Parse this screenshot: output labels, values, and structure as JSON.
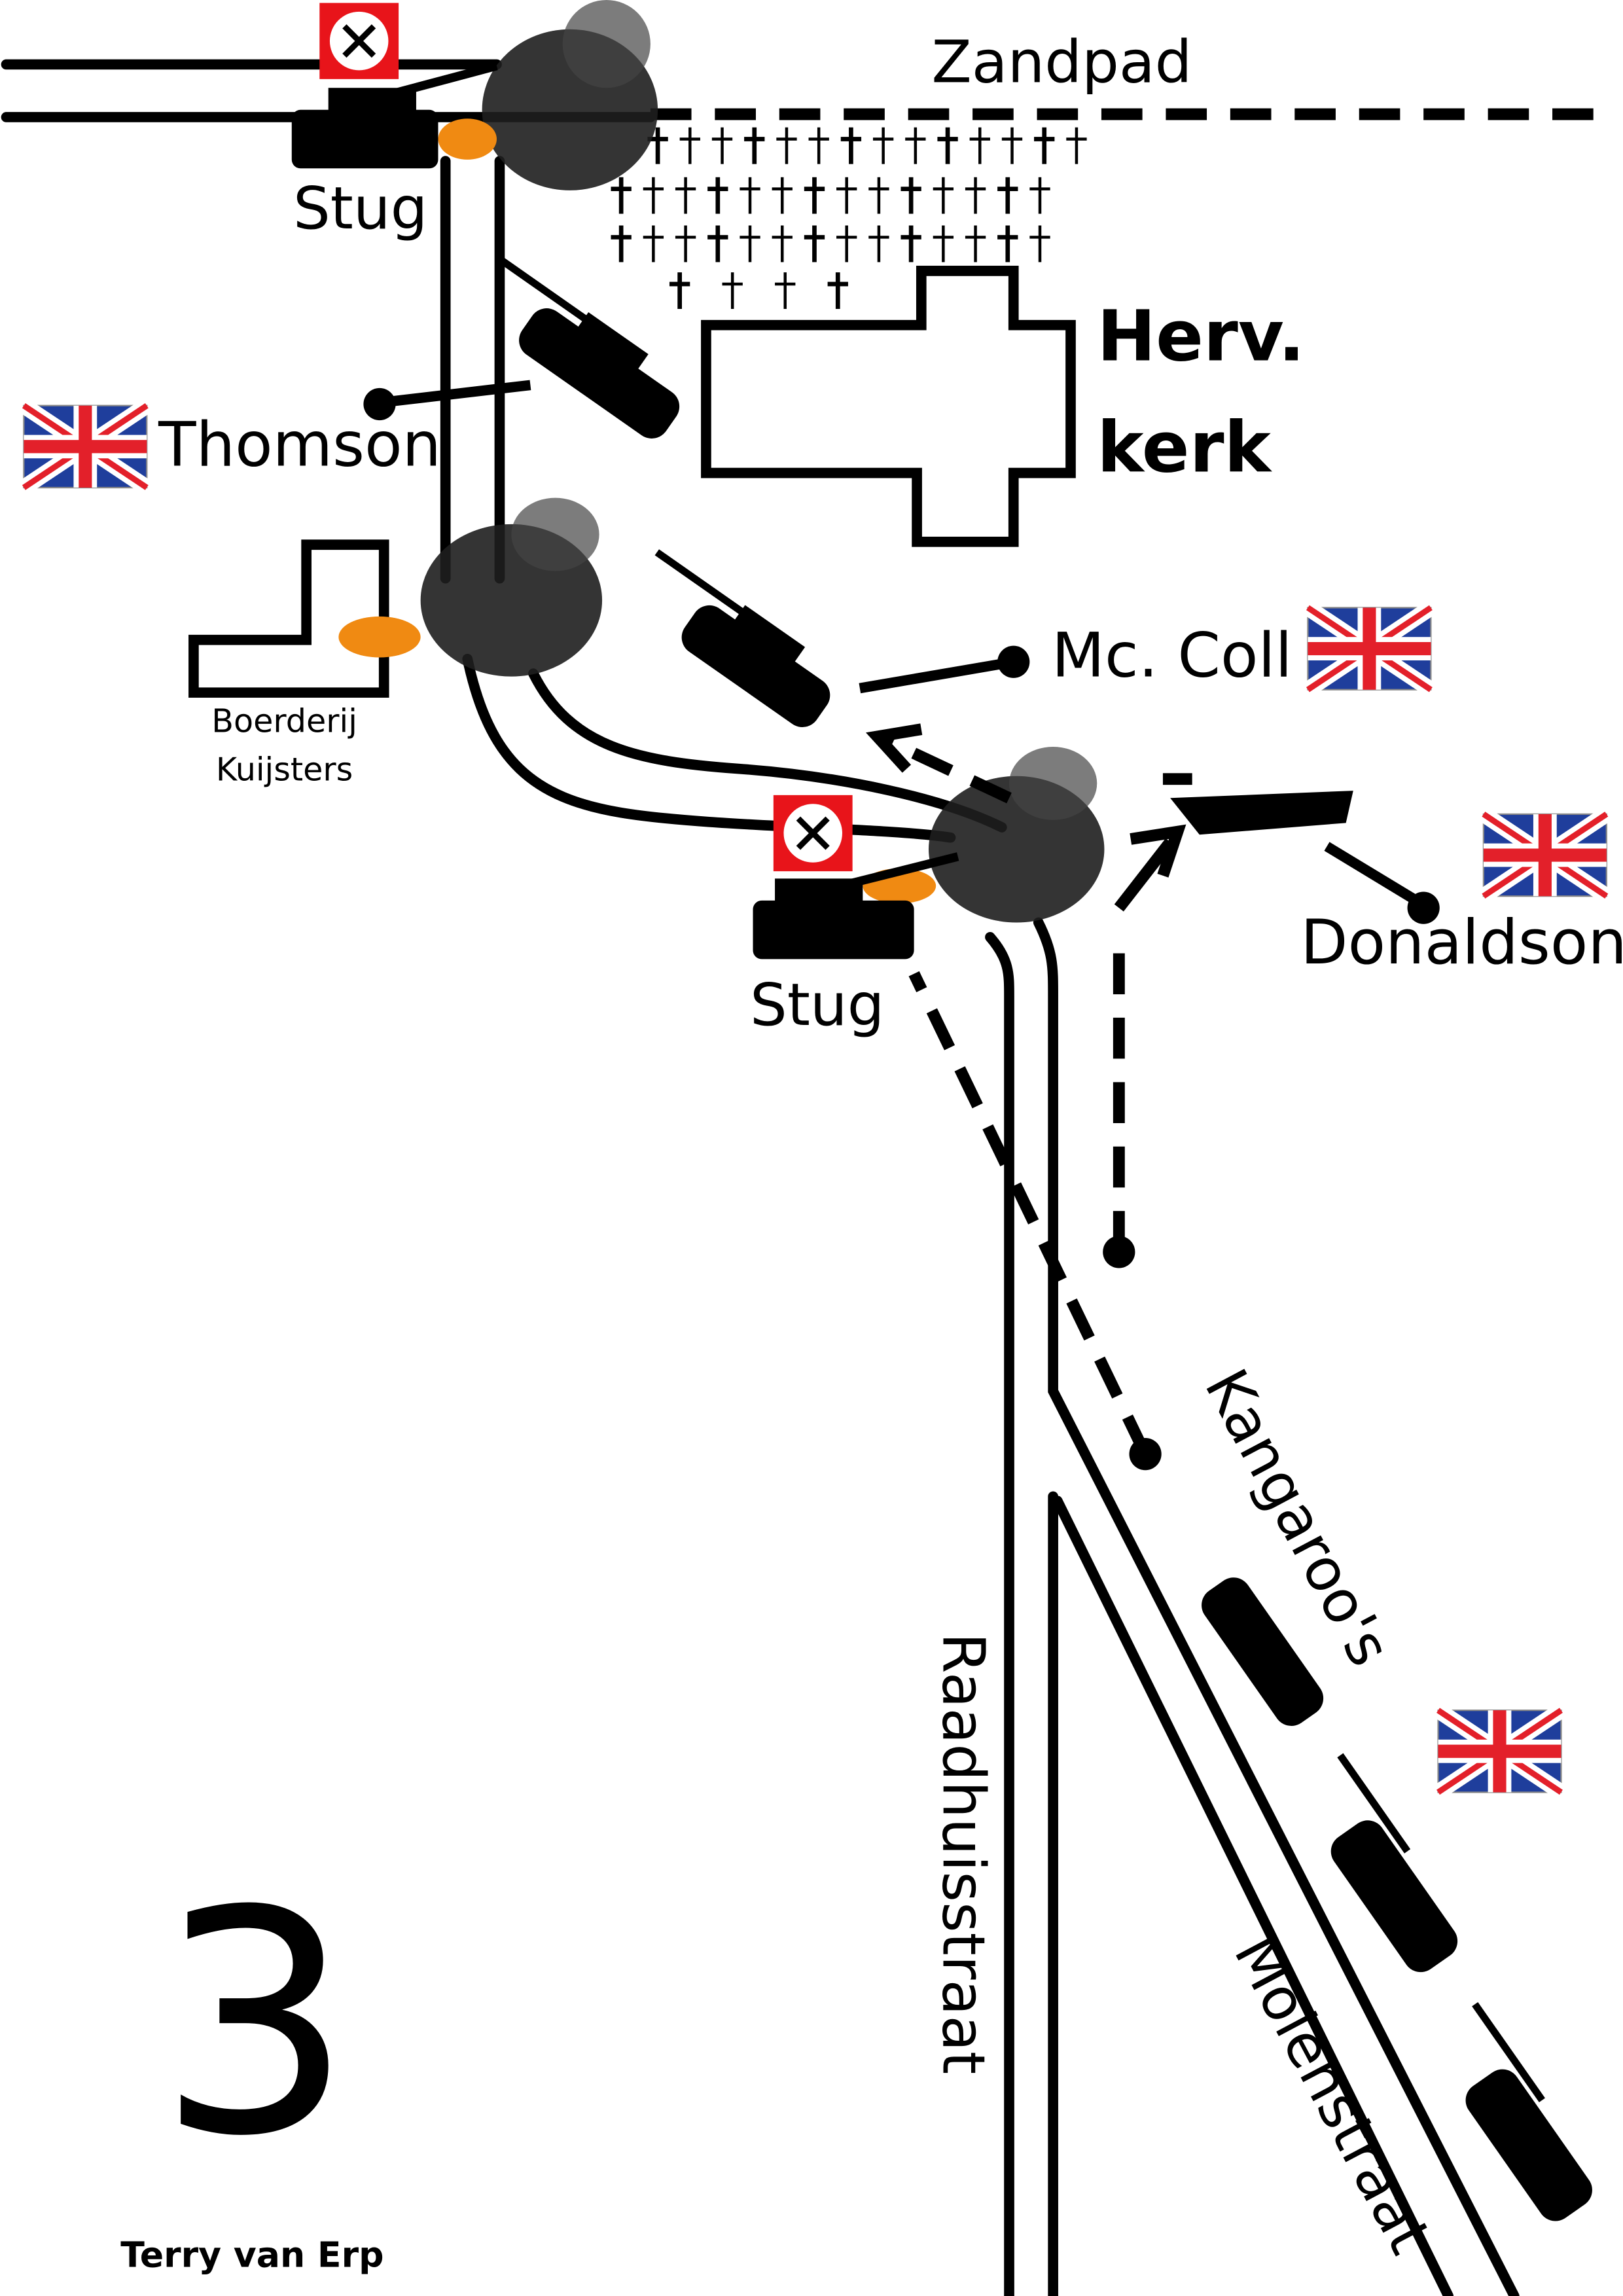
{
  "streets": {
    "zandpad": "Zandpad",
    "raadhuisstraat": "Raadhuisstraat",
    "molenstraat": "Molenstraat"
  },
  "buildings": {
    "church_line1": "Herv.",
    "church_line2": "kerk",
    "farm_line1": "Boerderij",
    "farm_line2": "Kuijsters"
  },
  "units": {
    "stug_top": "Stug",
    "stug_middle": "Stug",
    "thomson": "Thomson",
    "mccoll": "Mc. Coll",
    "donaldson": "Donaldson",
    "kangaroos": "Kangaroo's"
  },
  "map_number": "3",
  "author": "Terry van Erp",
  "colors": {
    "road": "#000000",
    "german_flag": "#e8141a",
    "uk_blue": "#1f3e9c",
    "uk_red": "#e3202a",
    "fire": "#f08a12",
    "smoke": "#222222"
  },
  "icons": [
    "german-flag-icon",
    "union-jack-icon",
    "tank-icon",
    "burning-tank-icon",
    "grave-cross-icon"
  ]
}
